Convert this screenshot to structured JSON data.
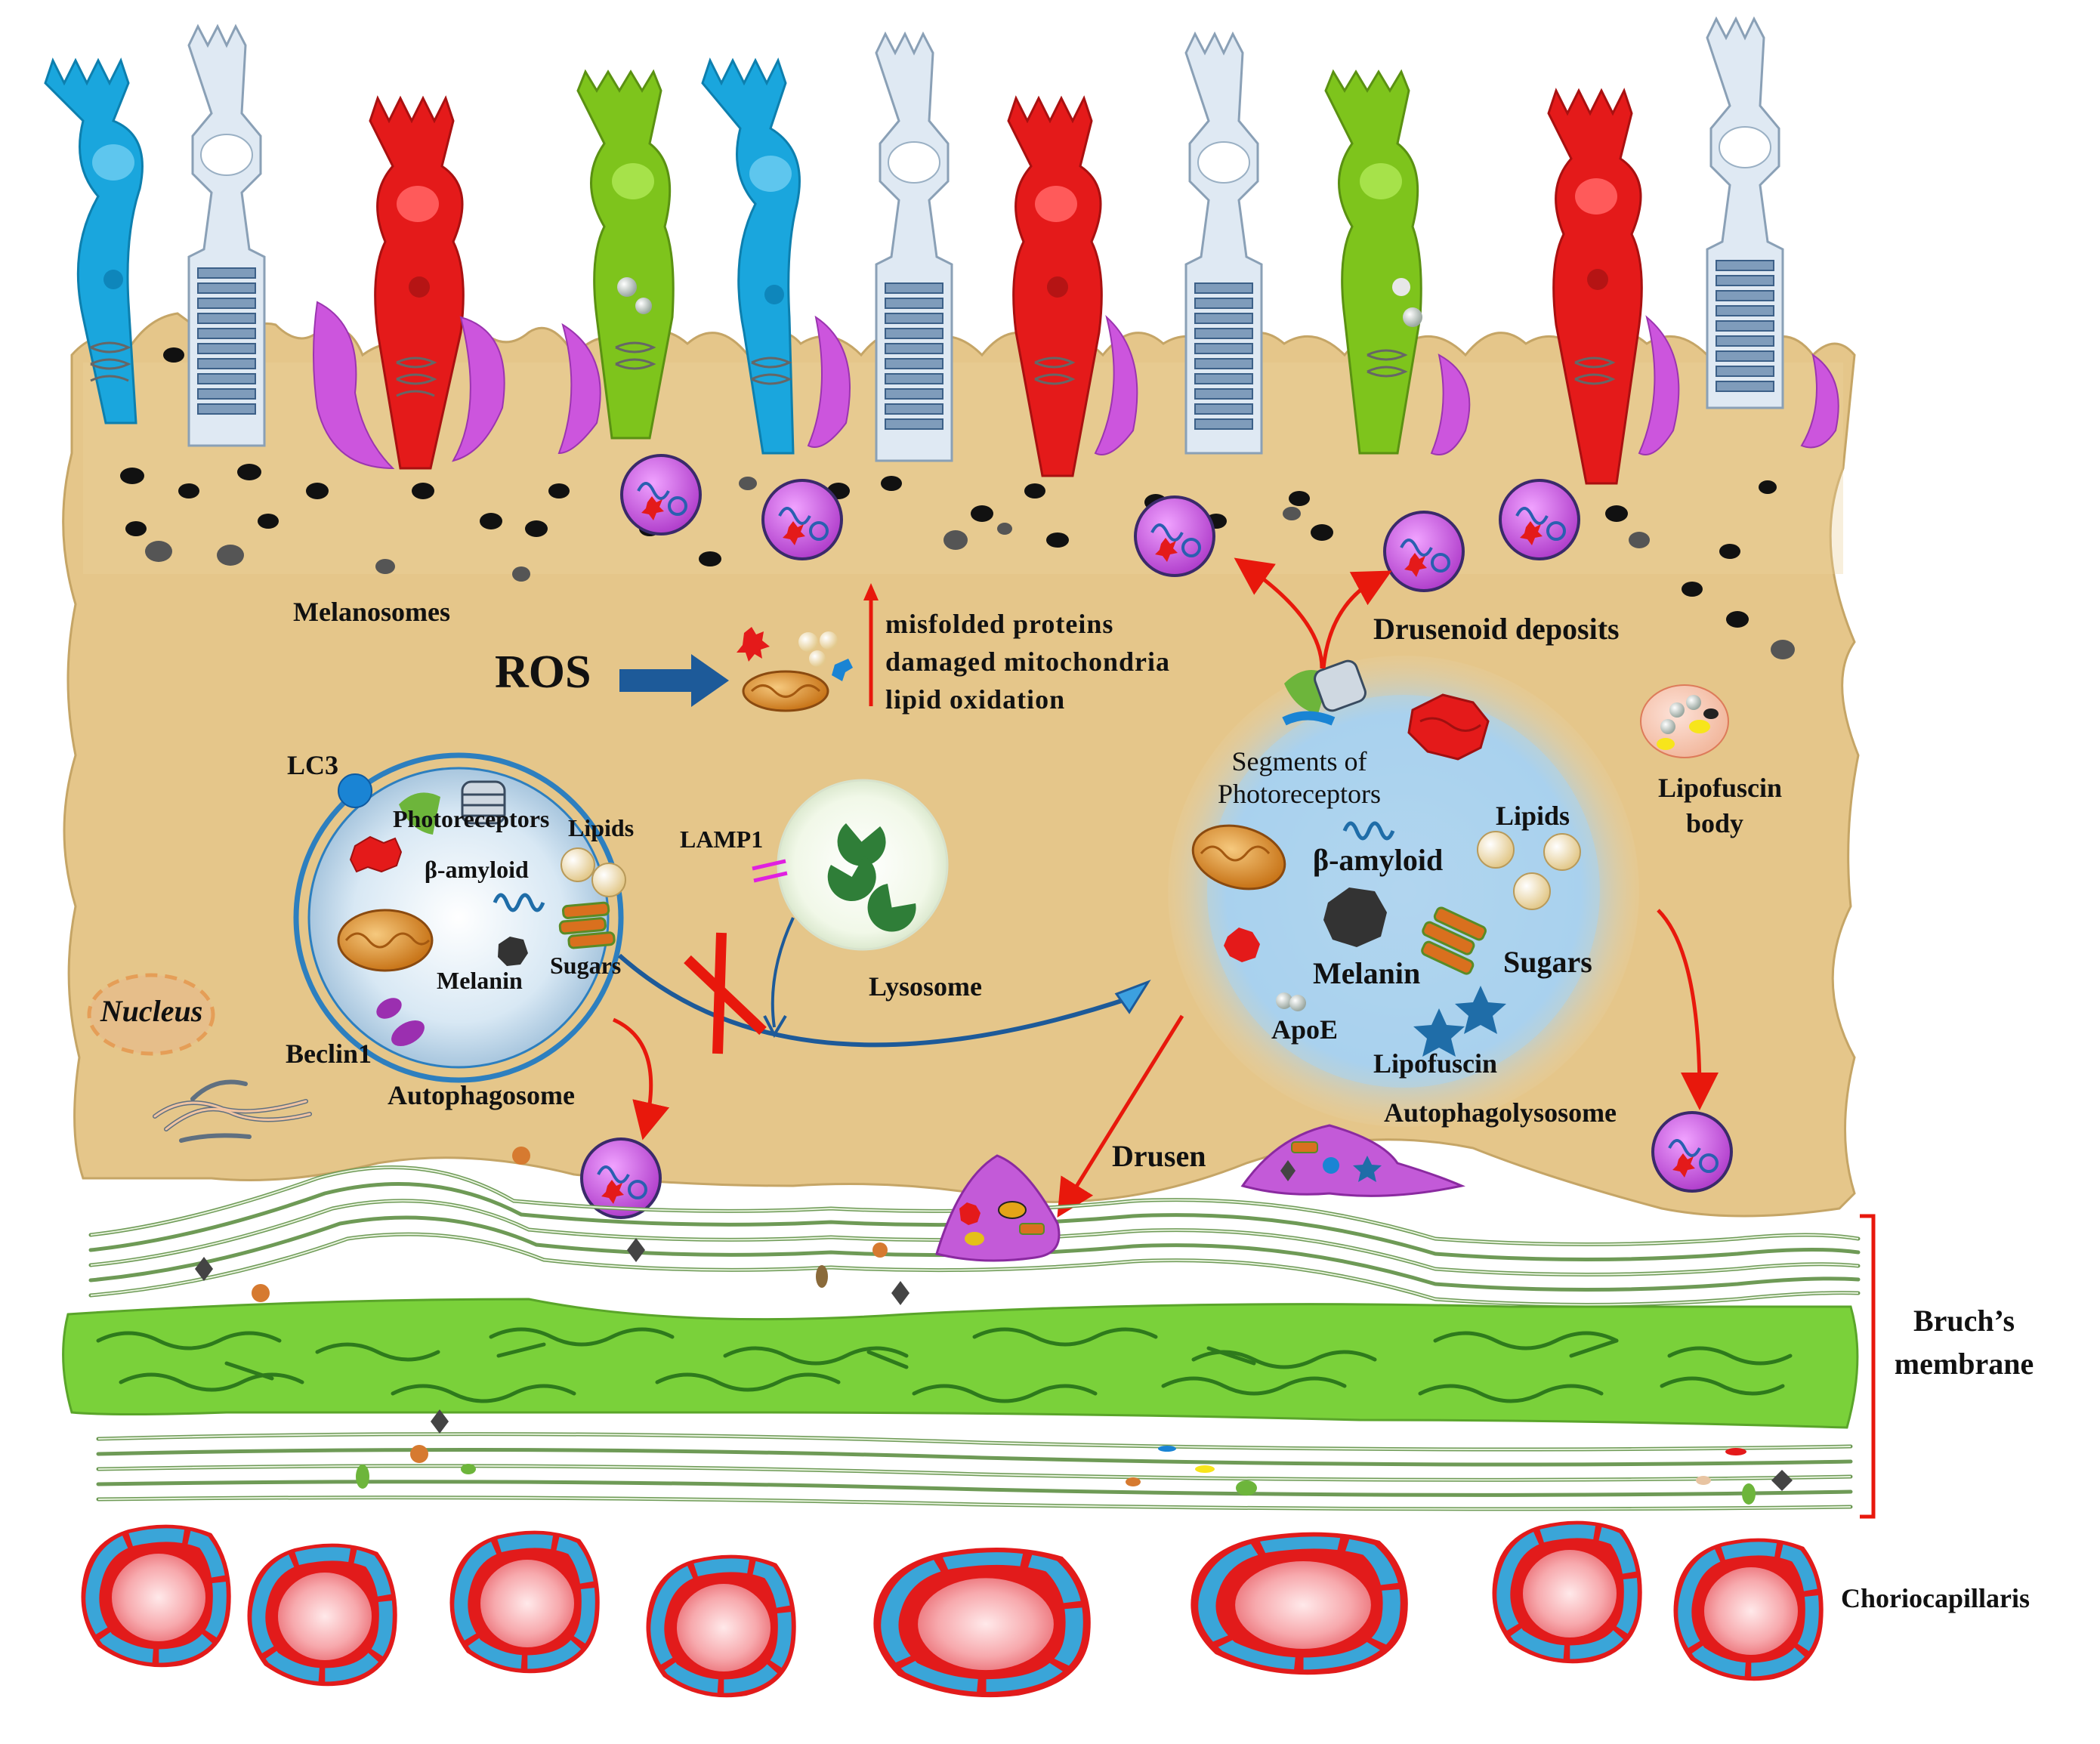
{
  "labels": {
    "melanosomes": "Melanosomes",
    "ros": "ROS",
    "misfolded_proteins": "misfolded  proteins",
    "damaged_mitochondria": "damaged  mitochondria",
    "lipid_oxidation": "lipid  oxidation",
    "drusenoid_deposits": "Drusenoid deposits",
    "lipofuscin_body_1": "Lipofuscin",
    "lipofuscin_body_2": "body",
    "lc3": "LC3",
    "photoreceptors": "Photoreceptors",
    "lipids_left": "Lipids",
    "beta_amyloid_left": "β-amyloid",
    "melanin_left": "Melanin",
    "sugars_left": "Sugars",
    "lamp1": "LAMP1",
    "lysosome": "Lysosome",
    "nucleus": "Nucleus",
    "beclin1": "Beclin1",
    "autophagosome": "Autophagosome",
    "segments_1": "Segments of",
    "segments_2": "Photoreceptors",
    "lipids_right": "Lipids",
    "beta_amyloid_right": "β-amyloid",
    "melanin_right": "Melanin",
    "sugars_right": "Sugars",
    "apoe": "ApoE",
    "lipofuscin": "Lipofuscin",
    "autophagolysosome": "Autophagolysosome",
    "drusen": "Drusen",
    "bruchs_1": "Bruch’s",
    "bruchs_2": "membrane",
    "choriocapillaris": "Choriocapillaris"
  },
  "colors": {
    "rpe_cytoplasm": "#e7c98c",
    "cone_blue": "#1aa6dd",
    "cone_red": "#e41a1a",
    "cone_green": "#7ec41c",
    "rod": "#dbe7f2",
    "microvilli_magenta": "#cc55dd",
    "bruchs_elastic": "#7ad13a",
    "collagen": "#9abf86",
    "vessel_red": "#e21b1b",
    "vessel_blue": "#3aa5d8",
    "arrow_red": "#e8180c",
    "arrow_blue": "#1d5a99"
  }
}
